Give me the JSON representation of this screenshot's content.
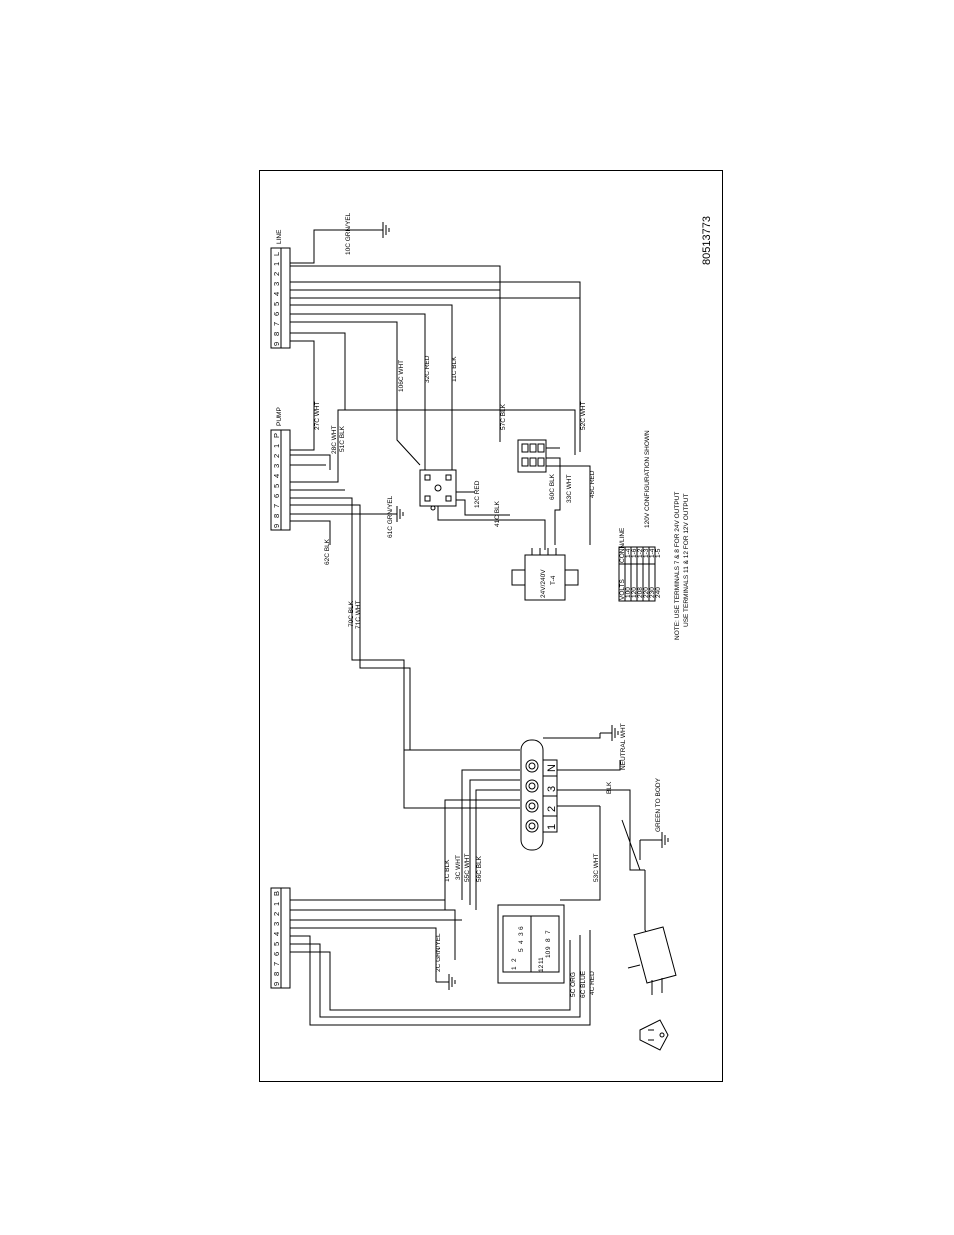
{
  "drawing": {
    "number": "80513773",
    "border_color": "#000000",
    "line_color": "#000000"
  },
  "terminal_blocks": {
    "line": {
      "title": "LINE",
      "terminals": [
        "L",
        "1",
        "2",
        "3",
        "4",
        "5",
        "6",
        "7",
        "8",
        "9"
      ]
    },
    "pump": {
      "title": "PUMP",
      "terminals": [
        "P",
        "1",
        "2",
        "3",
        "4",
        "5",
        "6",
        "7",
        "8",
        "9"
      ]
    },
    "lower": {
      "title": "B",
      "terminals": [
        "B",
        "1",
        "2",
        "3",
        "4",
        "5",
        "6",
        "7",
        "8",
        "9"
      ]
    }
  },
  "wire_labels": {
    "w10c": "10C GRN/YEL",
    "w27c": "27C WHT",
    "w28c": "28C WHT",
    "w51c": "51C BLK",
    "w106c": "106C WHT",
    "w32c": "32C RED",
    "w11c": "11C BLK",
    "w57c": "57C BLK",
    "w52c": "52C WHT",
    "w61c": "61C GRN/YEL",
    "w12c": "12C RED",
    "w41c": "41C BLK",
    "w60c": "60C BLK",
    "w33c": "33C WHT",
    "w45c": "45C RED",
    "w62c": "62C BLK",
    "w70c": "70C BLK",
    "w71c": "71C WHT",
    "w1c": "1C BLK",
    "w3c": "3C WHT",
    "w55c": "55C WHT",
    "w56c": "56C BLK",
    "w2c": "2C GRN/YEL",
    "w5c": "5C ORG",
    "w6c": "6C BLUE",
    "w4c": "4C RED",
    "w53c": "53C WHT",
    "blk": "BLK",
    "neutral": "NEUTRAL WHT",
    "green": "GREEN TO BODY"
  },
  "transformer": {
    "label": "24V/240V",
    "id": "T-4"
  },
  "connector_numbers": {
    "n1": "1",
    "n2": "2",
    "n3": "3",
    "nN": "N"
  },
  "config": {
    "header": "120V CONFIGURATION SHOWN",
    "table_headers": [
      "VOLTS",
      "CONN/LINE"
    ],
    "table_rows": [
      [
        "100",
        "1-4"
      ],
      [
        "120",
        "1-6"
      ],
      [
        "208",
        "1-2"
      ],
      [
        "220",
        "1-3"
      ],
      [
        "230",
        "1-4"
      ],
      [
        "240",
        "1-5"
      ]
    ],
    "note_line1": "NOTE: USE TERMINALS 7 & 8 FOR 24V OUTPUT",
    "note_line2": "USE TERMINALS 11 & 12 FOR 12V OUTPUT"
  },
  "relay_pins": {
    "p1": "1",
    "p2": "2",
    "p3": "3",
    "p4": "4",
    "p5": "5",
    "p6": "6",
    "p7": "7",
    "p8": "8",
    "p9": "9",
    "p10": "10",
    "p11": "11",
    "p12": "12"
  }
}
